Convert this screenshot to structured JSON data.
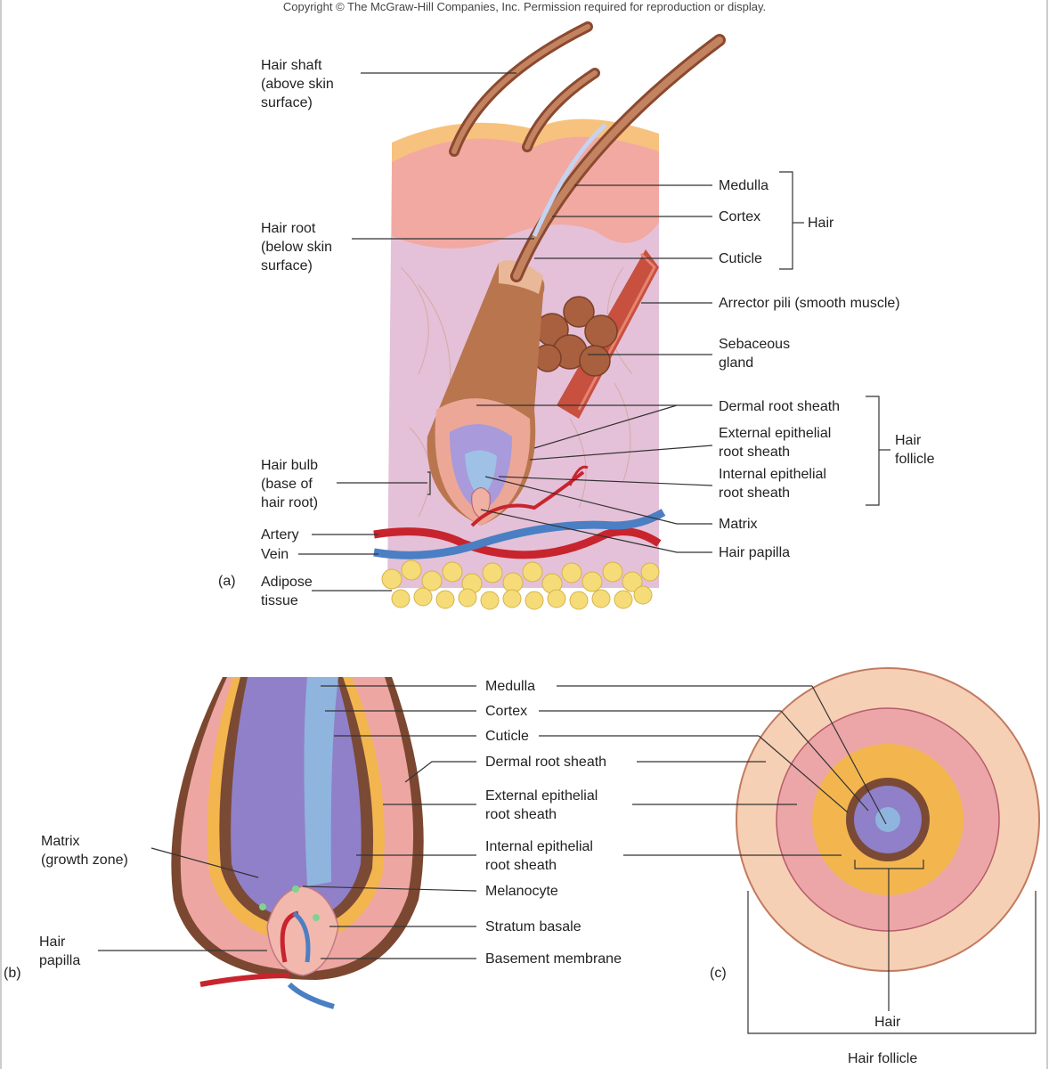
{
  "copyright": "Copyright © The McGraw-Hill Companies, Inc. Permission required for reproduction or display.",
  "panel_a": {
    "letter": "(a)",
    "labels": {
      "hair_shaft": "Hair shaft\n(above skin\nsurface)",
      "hair_root": "Hair root\n(below skin\nsurface)",
      "hair_bulb": "Hair bulb\n(base of\nhair root)",
      "artery": "Artery",
      "vein": "Vein",
      "adipose": "Adipose\ntissue",
      "medulla": "Medulla",
      "cortex": "Cortex",
      "cuticle": "Cuticle",
      "hair_group": "Hair",
      "arrector_pili": "Arrector pili (smooth muscle)",
      "sebaceous": "Sebaceous\ngland",
      "dermal_root_sheath": "Dermal root sheath",
      "external_sheath": "External epithelial\nroot sheath",
      "internal_sheath": "Internal epithelial\nroot sheath",
      "follicle_group": "Hair\nfollicle",
      "matrix": "Matrix",
      "hair_papilla": "Hair papilla"
    }
  },
  "panel_b": {
    "letter": "(b)",
    "labels": {
      "matrix": "Matrix\n(growth zone)",
      "hair_papilla": "Hair\npapilla",
      "medulla": "Medulla",
      "cortex": "Cortex",
      "cuticle": "Cuticle",
      "dermal_root_sheath": "Dermal root sheath",
      "external_sheath": "External epithelial\nroot sheath",
      "internal_sheath": "Internal epithelial\nroot sheath",
      "melanocyte": "Melanocyte",
      "stratum_basale": "Stratum basale",
      "basement_membrane": "Basement membrane"
    }
  },
  "panel_c": {
    "letter": "(c)",
    "labels": {
      "hair": "Hair",
      "hair_follicle": "Hair follicle"
    }
  },
  "colors": {
    "skin": "#f1a9a3",
    "dermis": "#e2bdd6",
    "hair": "#b8714e",
    "artery": "#c8242e",
    "vein": "#4a7fc4",
    "fat": "#f5dc78",
    "sheath_yellow": "#f5b84a",
    "medulla_blue": "#8fb4de",
    "cortex_purple": "#8f7fc8"
  }
}
